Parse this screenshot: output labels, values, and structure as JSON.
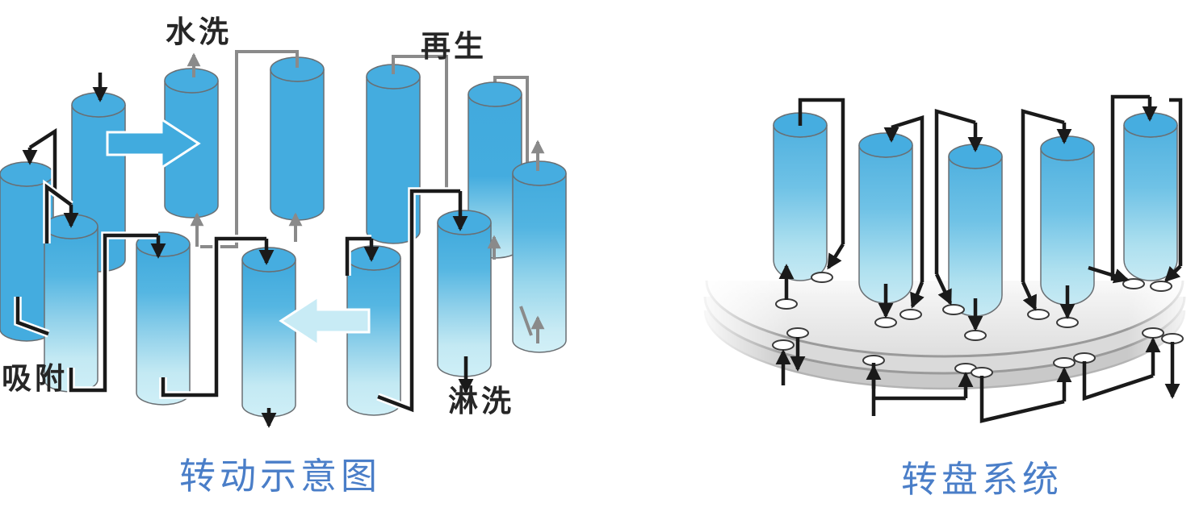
{
  "figure": {
    "left_diagram": {
      "caption": "转动示意图",
      "stage_labels": {
        "water_wash": "水洗",
        "regeneration": "再生",
        "adsorption": "吸附",
        "elution_rinse": "淋洗"
      },
      "column_count": 12
    },
    "right_diagram": {
      "caption": "转盘系统",
      "column_count": 5
    },
    "palette": {
      "column_blue": "#44ACDF",
      "column_pale": "#C9EBF4",
      "pipe_black": "#1A1A1A",
      "pipe_gray": "#8A8A8A",
      "caption_blue": "#4A7EC8",
      "label_black": "#262626",
      "disc_gray": "#D9D9D9"
    }
  }
}
